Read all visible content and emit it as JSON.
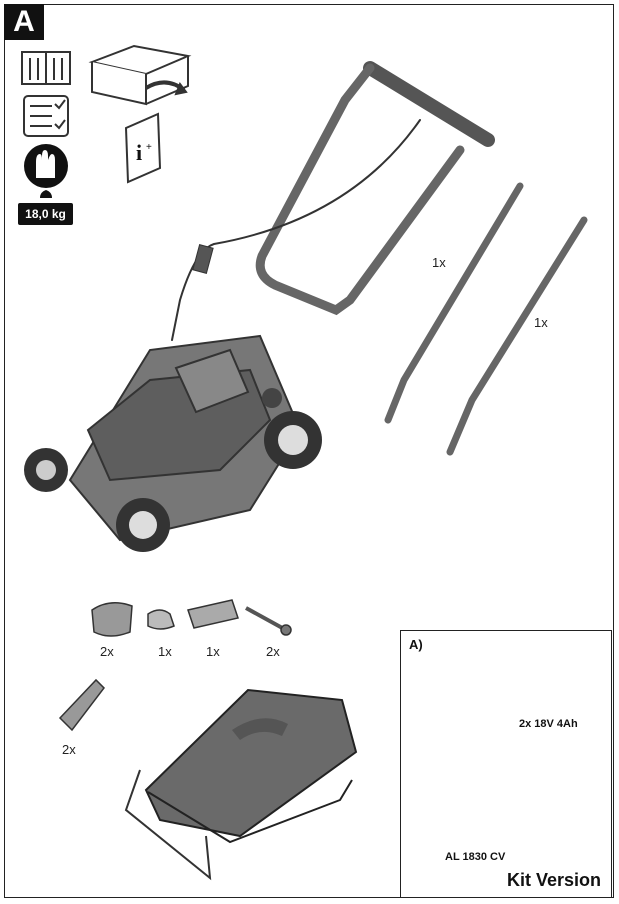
{
  "section_label": "A",
  "weight": "18,0 kg",
  "quantities": {
    "handle_bar_left": "1x",
    "handle_bar_right": "1x",
    "part_cover": "2x",
    "part_clip": "1x",
    "part_key": "1x",
    "part_pin": "2x",
    "part_clamp": "2x"
  },
  "kit": {
    "label": "A)",
    "battery_label": "2x 18V 4Ah",
    "charger_label": "AL 1830 CV",
    "title": "Kit Version"
  }
}
